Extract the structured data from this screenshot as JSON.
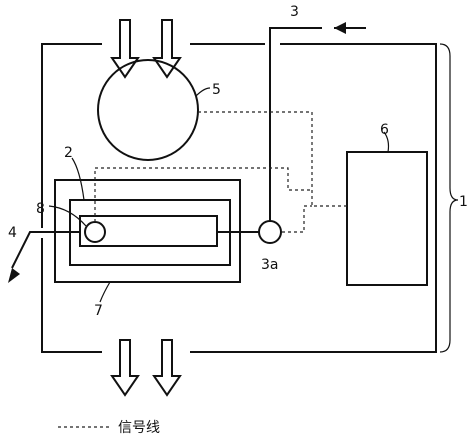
{
  "labels": {
    "l1": "1",
    "l2": "2",
    "l3": "3",
    "l3a": "3a",
    "l4": "4",
    "l5": "5",
    "l6": "6",
    "l7": "7",
    "l8": "8"
  },
  "legend": {
    "text": "信号线"
  }
}
